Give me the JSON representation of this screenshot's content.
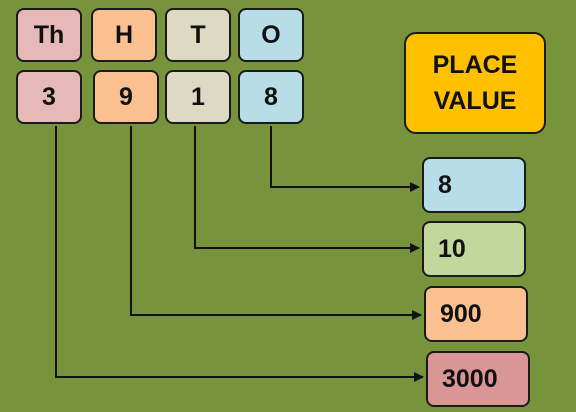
{
  "headers": [
    {
      "label": "Th"
    },
    {
      "label": "H"
    },
    {
      "label": "T"
    },
    {
      "label": "O"
    }
  ],
  "digits": [
    "3",
    "9",
    "1",
    "8"
  ],
  "title": {
    "line1": "PLACE",
    "line2": "VALUE"
  },
  "values": [
    "8",
    "10",
    "900",
    "3000"
  ],
  "colors": {
    "background": "#77933c",
    "thousands": "#e6b9b8",
    "hundreds": "#fac090",
    "tens": "#ddd9c3",
    "ones": "#b7dee8",
    "title": "#ffc000",
    "value_3000": "#d99694",
    "value_10": "#c3d69b"
  }
}
